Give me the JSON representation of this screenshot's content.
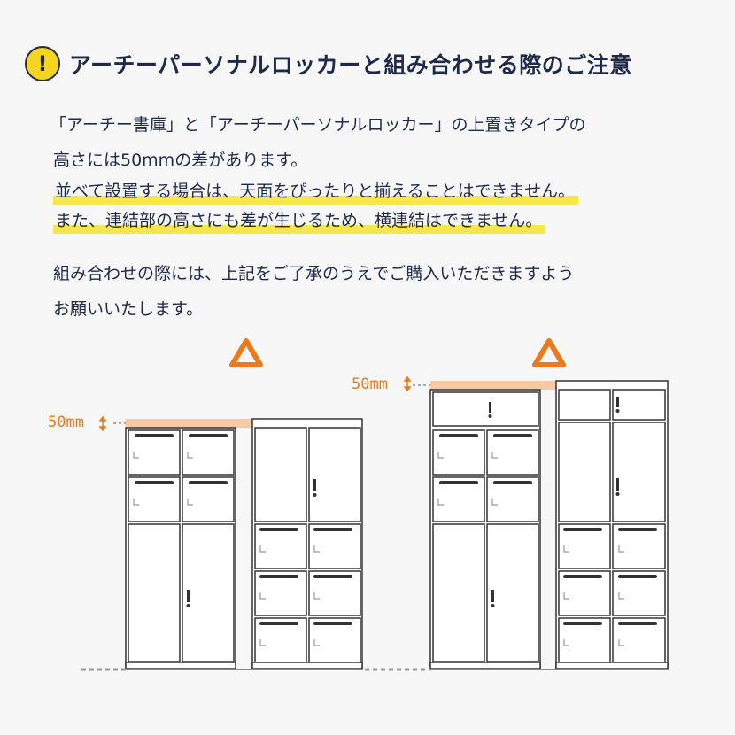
{
  "header": {
    "icon": "warning-icon",
    "icon_glyph": "!",
    "title": "アーチーパーソナルロッカーと組み合わせる際のご注意"
  },
  "notes": {
    "line1": "「アーチー書庫」と「アーチーパーソナルロッカー」の上置きタイプの",
    "line2": "高さには50mmの差があります。",
    "line3": "並べて設置する場合は、天面をぴったりと揃えることはできません。",
    "line4": "また、連結部の高さにも差が生じるため、横連結はできません。",
    "line5": "組み合わせの際には、上記をご了承のうえでご購入いただきますよう",
    "line6": "お願いいたします。"
  },
  "diagram": {
    "left_mark": "△",
    "right_mark": "△",
    "left_gap_label": "50mm",
    "right_gap_label": "50mm",
    "accent_color": "#ec7a1c",
    "highlight_color": "#f7e54e",
    "gap_band_color": "#f7c9a2"
  }
}
